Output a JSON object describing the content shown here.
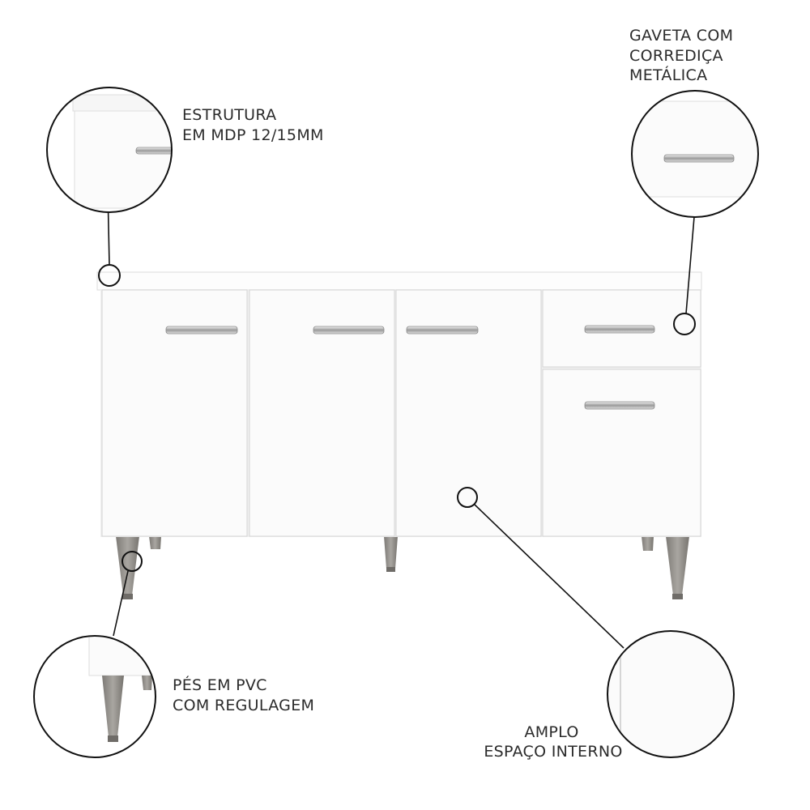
{
  "callouts": {
    "structure": {
      "line1": "ESTRUTURA",
      "line2": "EM MDP 12/15MM"
    },
    "drawer": {
      "line1": "GAVETA COM",
      "line2": "CORREDIÇA",
      "line3": "METÁLICA"
    },
    "feet": {
      "line1": "PÉS EM PVC",
      "line2": "COM REGULAGEM"
    },
    "interior": {
      "line1": "AMPLO",
      "line2": "ESPAÇO INTERNO"
    }
  },
  "colors": {
    "cabinet": "#fbfbfb",
    "legs": "#8f8b86",
    "text": "#2b2b2b",
    "lines": "#111111"
  }
}
